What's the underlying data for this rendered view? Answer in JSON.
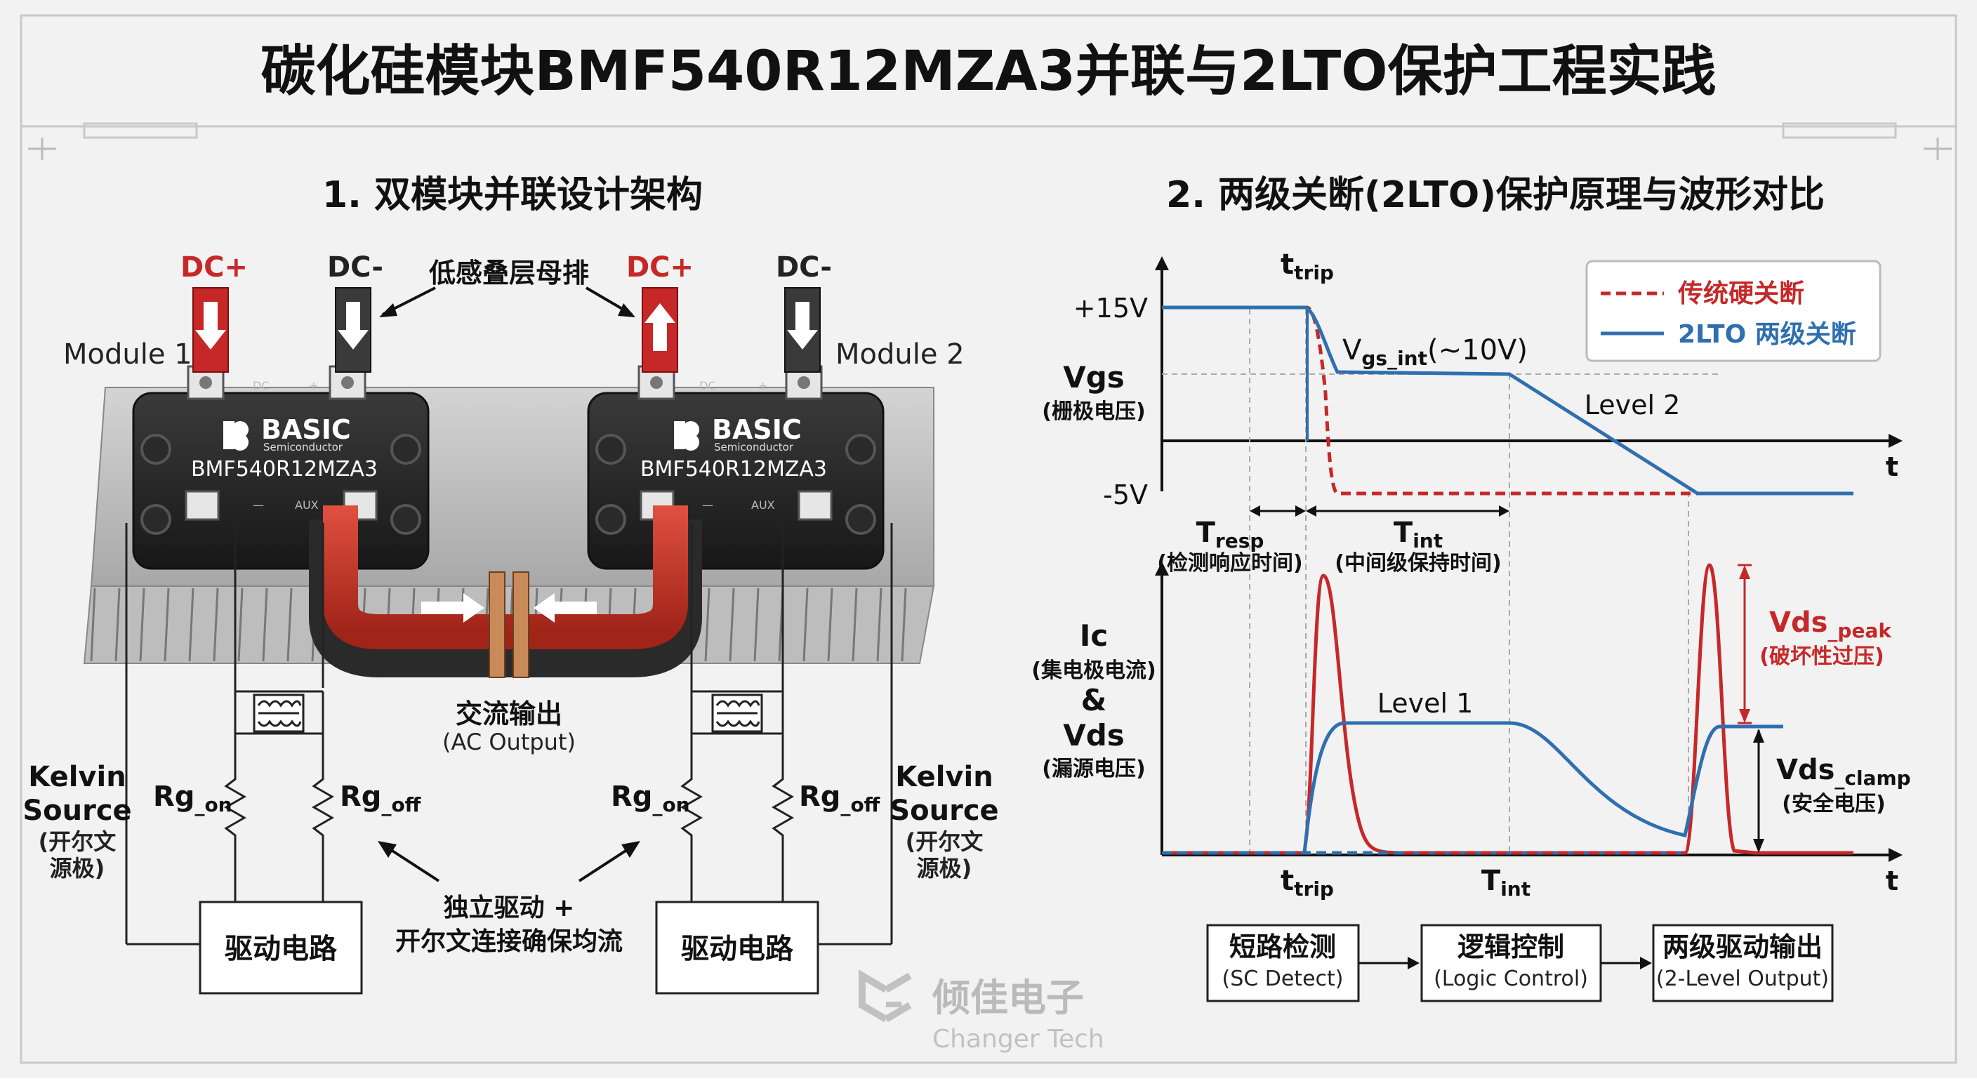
{
  "title": "碳化硅模块BMF540R12MZA3并联与2LTO保护工程实践",
  "left": {
    "heading": "1. 双模块并联设计架构",
    "busbar_label": "低感叠层母排",
    "dc_plus": "DC+",
    "dc_minus": "DC-",
    "module1_label": "Module 1",
    "module2_label": "Module 2",
    "brand": "BASIC",
    "brand_sub": "Semiconductor",
    "part_number": "BMF540R12MZA3",
    "term_dc": "DC",
    "term_plus": "+",
    "term_minus": "—",
    "term_aux": "AUX",
    "ac_output_cn": "交流输出",
    "ac_output_en": "(AC Output)",
    "rg_on": "Rg",
    "rg_on_sub": "_on",
    "rg_off": "Rg",
    "rg_off_sub": "_off",
    "kelvin_line1": "Kelvin",
    "kelvin_line2": "Source",
    "kelvin_cn1": "(开尔文",
    "kelvin_cn2": "源极)",
    "driver_label": "驱动电路",
    "note_line1": "独立驱动 +",
    "note_line2": "开尔文连接确保均流"
  },
  "right": {
    "heading": "2. 两级关断(2LTO)保护原理与波形对比",
    "legend_hard": "传统硬关断",
    "legend_2lto": "2LTO 两级关断",
    "v15": "+15V",
    "vneg5": "-5V",
    "vgs": "Vgs",
    "vgs_cn": "(栅极电压)",
    "t_axis": "t",
    "ttrip": "t",
    "ttrip_sub": "trip",
    "vgs_int": "V",
    "vgs_int_sub": "gs_int",
    "vgs_int_val": "(~10V)",
    "level2": "Level 2",
    "tresp": "T",
    "tresp_sub": "resp",
    "tresp_cn": "(检测响应时间)",
    "tint": "T",
    "tint_sub": "int",
    "tint_cn": "(中间级保持时间)",
    "ic": "Ic",
    "ic_cn": "(集电极电流)",
    "amp": "&",
    "vds": "Vds",
    "vds_cn": "(漏源电压)",
    "level1": "Level 1",
    "vds_peak": "Vds",
    "vds_peak_sub": "_peak",
    "vds_peak_cn": "(破坏性过压)",
    "vds_clamp": "Vds",
    "vds_clamp_sub": "_clamp",
    "vds_clamp_cn": "(安全电压)",
    "flow": [
      {
        "cn": "短路检测",
        "en": "(SC Detect)"
      },
      {
        "cn": "逻辑控制",
        "en": "(Logic Control)"
      },
      {
        "cn": "两级驱动输出",
        "en": "(2-Level Output)"
      }
    ]
  },
  "watermark": {
    "cn": "倾佳电子",
    "en": "Changer Tech"
  },
  "colors": {
    "red": "#c62828",
    "blue": "#2f6fb0",
    "dark": "#1a1a1a",
    "bar": "#3a3a3a"
  }
}
